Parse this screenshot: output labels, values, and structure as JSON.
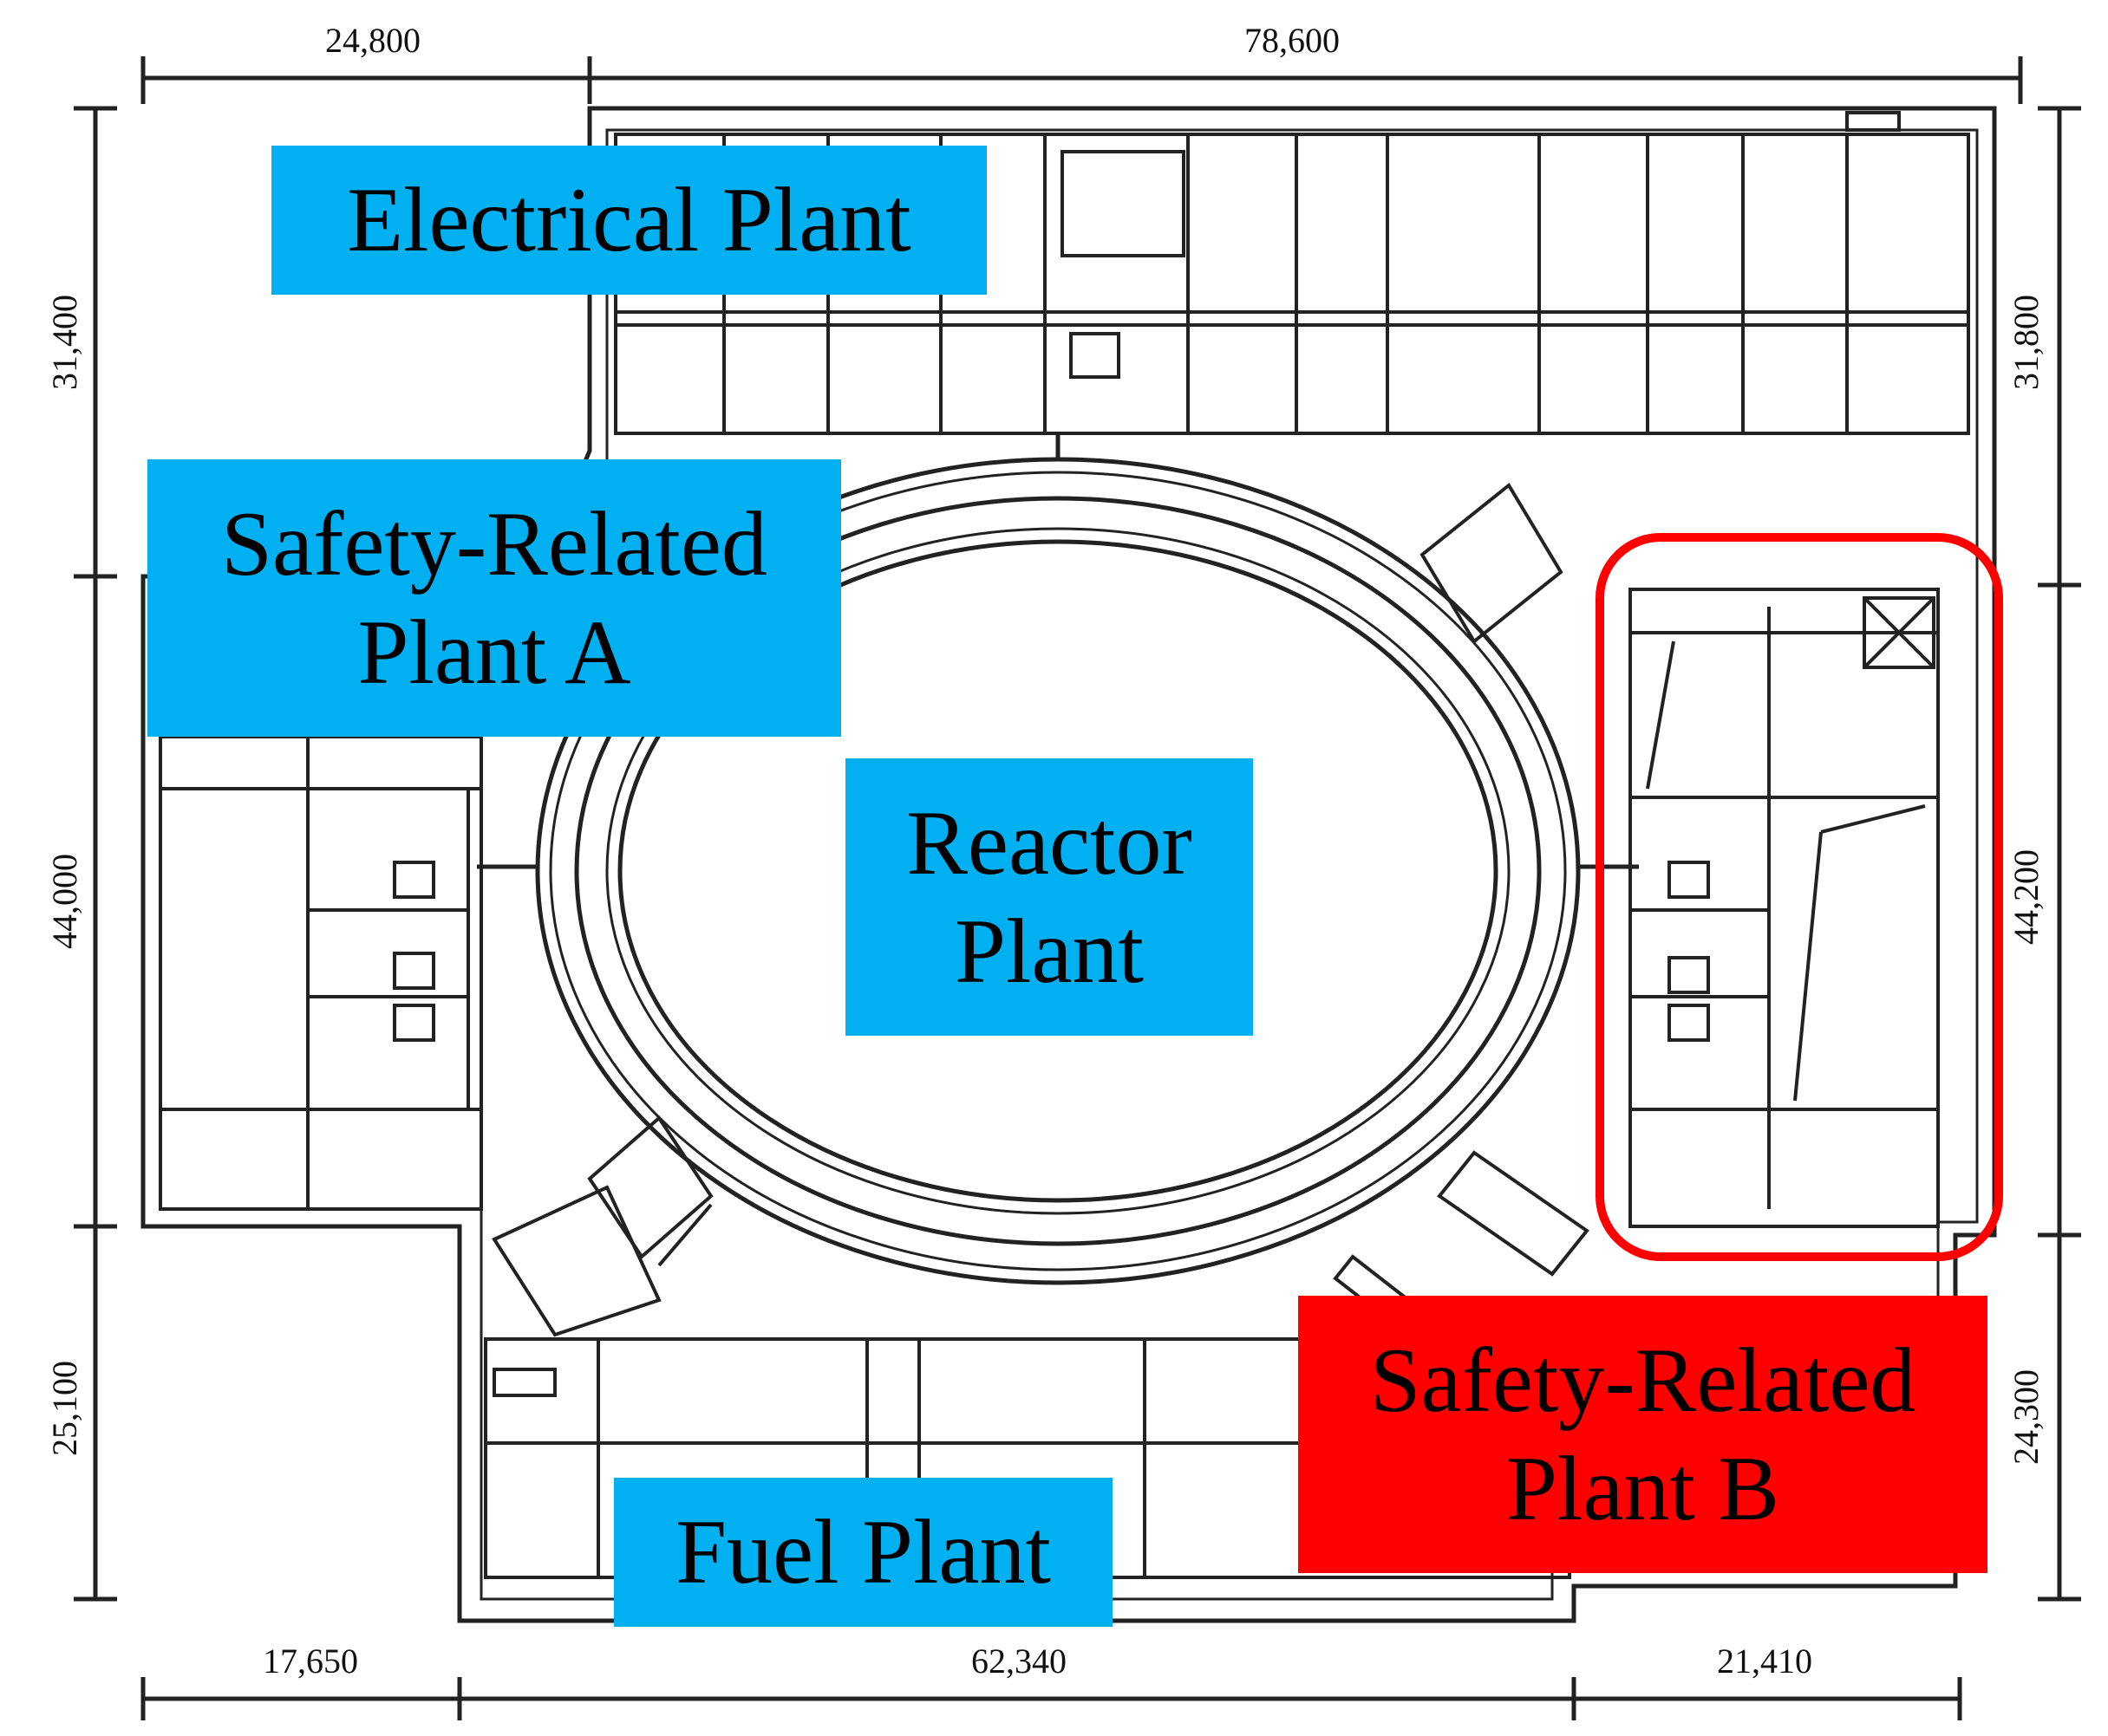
{
  "title": "",
  "dimensions": {
    "top": [
      "24,800",
      "78,600"
    ],
    "bottom": [
      "17,650",
      "62,340",
      "21,410"
    ],
    "left": [
      "31,400",
      "44,000",
      "25,100"
    ],
    "right": [
      "31,800",
      "44,200",
      "24,300"
    ]
  },
  "areas": {
    "electrical": {
      "line1": "Electrical Plant"
    },
    "safety_a": {
      "line1": "Safety-Related",
      "line2": "Plant A"
    },
    "reactor": {
      "line1": "Reactor",
      "line2": "Plant"
    },
    "safety_b": {
      "line1": "Safety-Related",
      "line2": "Plant B"
    },
    "fuel": {
      "line1": "Fuel Plant"
    }
  },
  "colors": {
    "label_blue": "#00b0f0",
    "label_red": "#ff0000",
    "highlight_outline": "#ff0000",
    "drawing_lines": "#222222"
  }
}
